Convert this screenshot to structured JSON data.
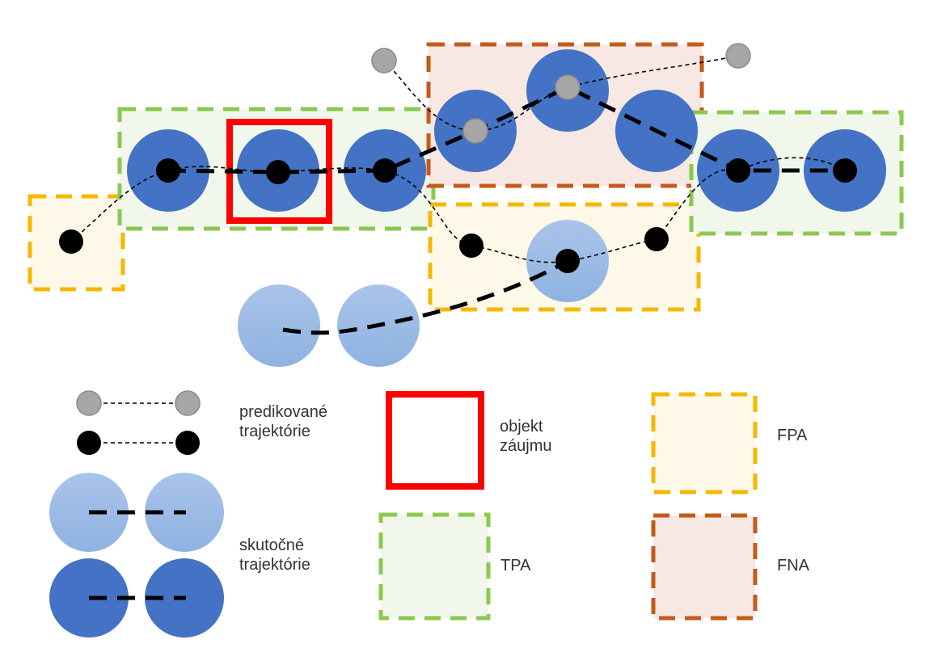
{
  "colors": {
    "tpa_border": "#8cc850",
    "tpa_fill": "#f1f7ea",
    "fpa_border": "#f5b800",
    "fpa_fill": "#fef8e8",
    "fna_border": "#c55a1a",
    "fna_fill": "#f7e8e4",
    "interest_border": "#ff0000",
    "actual_dark": "#4472c4",
    "actual_light": "#9dbde6",
    "predicted_black": "#000000",
    "predicted_gray": "#a6a6a6"
  },
  "legend": {
    "predicted": {
      "line1": "predikované",
      "line2": "trajektórie"
    },
    "actual": {
      "line1": "skutočné",
      "line2": "trajektórie"
    },
    "interest": {
      "line1": "objekt",
      "line2": "záujmu"
    },
    "tpa": "TPA",
    "fpa": "FPA",
    "fna": "FNA"
  }
}
